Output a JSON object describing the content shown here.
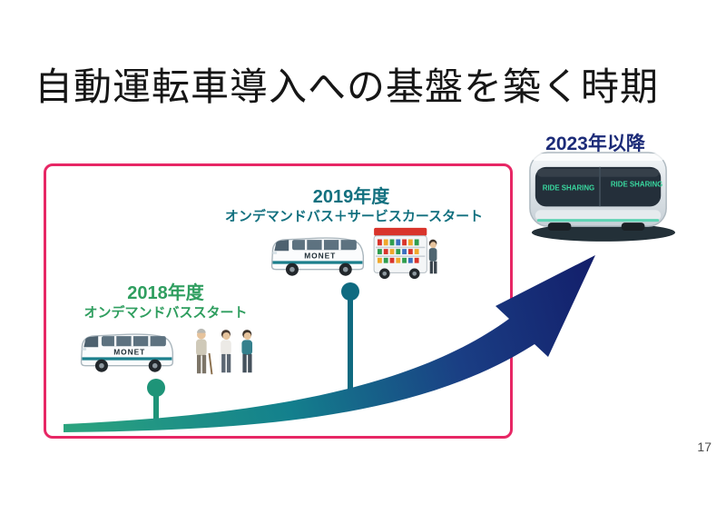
{
  "slide": {
    "title": "自動運転車導入への基盤を築く時期",
    "page_number": "17"
  },
  "timeline": {
    "fy2018": {
      "year_label": "2018年度",
      "description": "オンデマンドバススタート",
      "color": "#2f9e5f"
    },
    "fy2019": {
      "year_label": "2019年度",
      "description": "オンデマンドバス＋サービスカースタート",
      "color": "#12707f"
    },
    "y2023": {
      "year_label": "2023年以降",
      "color": "#1c2b78"
    }
  },
  "vehicles": {
    "monet_logo": "MONET",
    "ride_sharing": "RIDE SHARING"
  },
  "colors": {
    "frame_pink": "#e72765",
    "arrow_start_teal": "#2ba47e",
    "arrow_mid_teal_blue": "#13808d",
    "arrow_end_navy": "#131f6b",
    "marker_2018": "#1e9478",
    "marker_2019": "#0f6a80",
    "monet_accent_stripe": "#1b7f8c"
  }
}
